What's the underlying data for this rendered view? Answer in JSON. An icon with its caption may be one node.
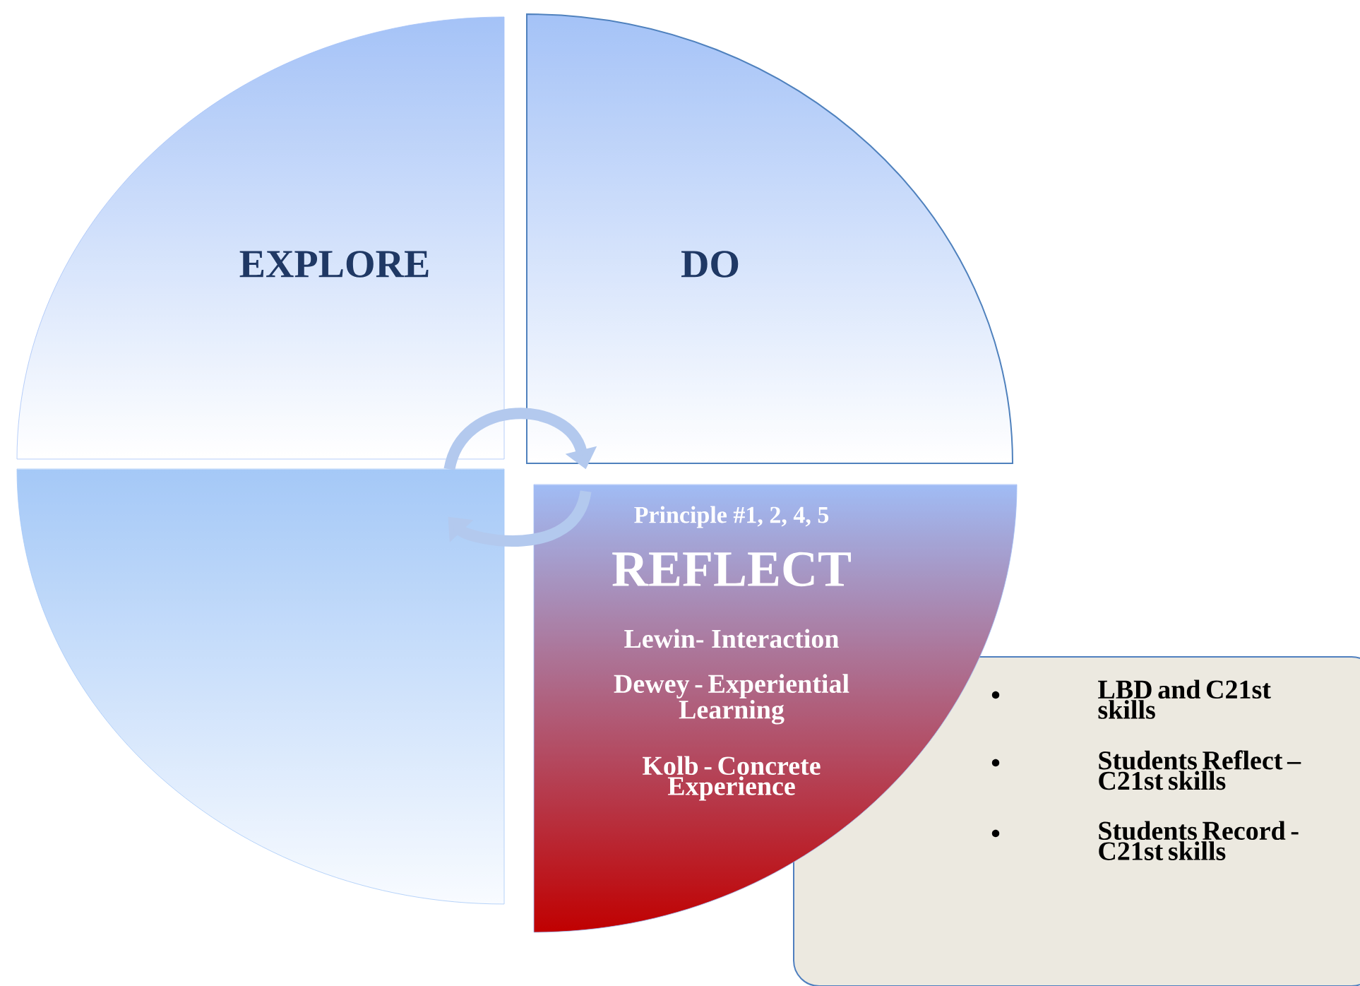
{
  "diagram": {
    "nodes": [
      {
        "text": [
          "EXPLORE"
        ]
      },
      {
        "text": [
          "DO"
        ]
      },
      {
        "text": [],
        "shape": "sector"
      },
      {
        "text": [
          "Principle #1, 2, 4,  5",
          "REFLECT",
          "Lewin- Interaction",
          "Dewey - Experiential Learning",
          "Kolb - Concrete Experience"
        ]
      },
      {
        "text": [
          "LBD and C21st skills",
          "Students Reflect – C21st skills",
          "Students Record - C21st skills"
        ]
      }
    ],
    "edges": [
      {
        "from": 0,
        "to": 1,
        "arrow": "to"
      },
      {
        "from": 3,
        "to": 2,
        "arrow": "to"
      }
    ]
  }
}
